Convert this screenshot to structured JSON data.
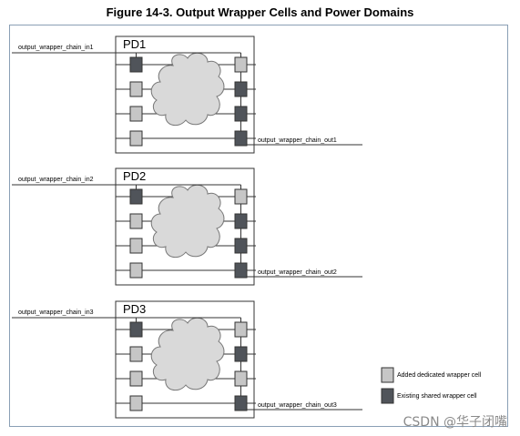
{
  "figure": {
    "title": "Figure 14-3. Output Wrapper Cells and Power Domains"
  },
  "domains": [
    {
      "name": "PD1",
      "chain_in": "output_wrapper_chain_in1",
      "chain_out": "output_wrapper_chain_out1",
      "left_cells": [
        "existing",
        "added",
        "added",
        "added"
      ],
      "right_cells": [
        "added",
        "existing",
        "existing",
        "existing"
      ]
    },
    {
      "name": "PD2",
      "chain_in": "output_wrapper_chain_in2",
      "chain_out": "output_wrapper_chain_out2",
      "left_cells": [
        "existing",
        "added",
        "added",
        "added"
      ],
      "right_cells": [
        "added",
        "existing",
        "existing",
        "existing"
      ]
    },
    {
      "name": "PD3",
      "chain_in": "output_wrapper_chain_in3",
      "chain_out": "output_wrapper_chain_out3",
      "left_cells": [
        "existing",
        "added",
        "added",
        "added"
      ],
      "right_cells": [
        "added",
        "existing",
        "added",
        "existing"
      ]
    }
  ],
  "legend": {
    "added": "Added dedicated wrapper cell",
    "existing": "Existing shared wrapper cell"
  },
  "colors": {
    "added": "#c6c6c6",
    "existing": "#50545a",
    "cloud": "#d9d9d9",
    "frame": "#8a9fb5"
  },
  "watermark": "CSDN @华子闭嘴"
}
